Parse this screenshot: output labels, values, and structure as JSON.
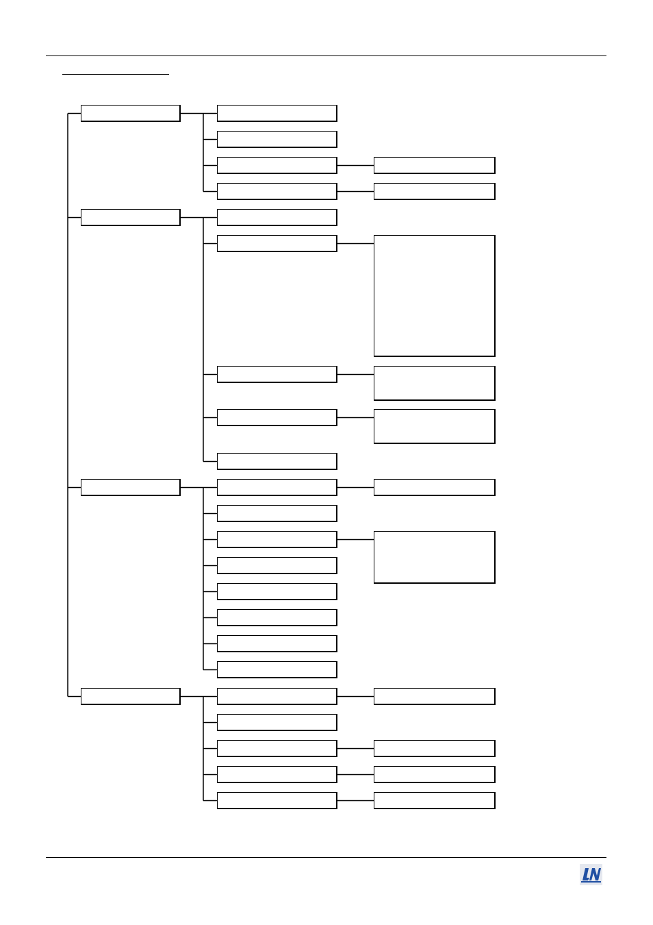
{
  "header": {
    "title": ""
  },
  "diagram": {
    "level1": [
      {
        "id": "a",
        "label": ""
      },
      {
        "id": "b",
        "label": ""
      },
      {
        "id": "c",
        "label": ""
      },
      {
        "id": "d",
        "label": ""
      }
    ],
    "level2": [
      {
        "id": "a1",
        "parent": "a",
        "label": ""
      },
      {
        "id": "a2",
        "parent": "a",
        "label": ""
      },
      {
        "id": "a3",
        "parent": "a",
        "label": ""
      },
      {
        "id": "a4",
        "parent": "a",
        "label": ""
      },
      {
        "id": "b1",
        "parent": "b",
        "label": ""
      },
      {
        "id": "b2",
        "parent": "b",
        "label": ""
      },
      {
        "id": "b3",
        "parent": "b",
        "label": ""
      },
      {
        "id": "b4",
        "parent": "b",
        "label": ""
      },
      {
        "id": "b5",
        "parent": "b",
        "label": ""
      },
      {
        "id": "c1",
        "parent": "c",
        "label": ""
      },
      {
        "id": "c2",
        "parent": "c",
        "label": ""
      },
      {
        "id": "c3",
        "parent": "c",
        "label": ""
      },
      {
        "id": "c4",
        "parent": "c",
        "label": ""
      },
      {
        "id": "c5",
        "parent": "c",
        "label": ""
      },
      {
        "id": "c6",
        "parent": "c",
        "label": ""
      },
      {
        "id": "c7",
        "parent": "c",
        "label": ""
      },
      {
        "id": "d1",
        "parent": "d",
        "label": ""
      },
      {
        "id": "d2",
        "parent": "d",
        "label": ""
      },
      {
        "id": "d3",
        "parent": "d",
        "label": ""
      },
      {
        "id": "d4",
        "parent": "d",
        "label": ""
      },
      {
        "id": "d5",
        "parent": "d",
        "label": ""
      }
    ],
    "level3": [
      {
        "id": "a3x",
        "parent": "a3",
        "label": ""
      },
      {
        "id": "a4x",
        "parent": "a4",
        "label": ""
      },
      {
        "id": "b2x",
        "parent": "b2",
        "label": ""
      },
      {
        "id": "b3x",
        "parent": "b3",
        "label": ""
      },
      {
        "id": "b4x",
        "parent": "b4",
        "label": ""
      },
      {
        "id": "c1x",
        "parent": "c1",
        "label": ""
      },
      {
        "id": "c3x",
        "parent": "c3",
        "label": ""
      },
      {
        "id": "d1x",
        "parent": "d1",
        "label": ""
      },
      {
        "id": "d3x",
        "parent": "d3",
        "label": ""
      },
      {
        "id": "d4x",
        "parent": "d4",
        "label": ""
      },
      {
        "id": "d5x",
        "parent": "d5",
        "label": ""
      }
    ]
  },
  "colors": {
    "line": "#000000",
    "background": "#ffffff",
    "logo_blue": "#1f4fa3"
  },
  "footer": {
    "logo_icon": "company-logo-icon"
  }
}
